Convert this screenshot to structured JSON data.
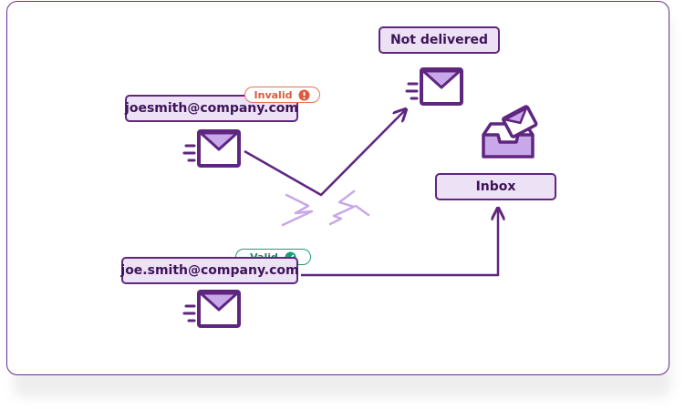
{
  "emails": {
    "invalid_address": "joesmith@company.com",
    "valid_address": "joe.smith@company.com"
  },
  "badges": {
    "invalid_label": "Invalid",
    "valid_label": "Valid"
  },
  "destinations": {
    "not_delivered": "Not delivered",
    "inbox": "Inbox"
  },
  "colors": {
    "primary": "#5f2680",
    "pill_fill": "#ece1f5",
    "accent_light": "#c8a8e8",
    "invalid": "#e0583f",
    "valid": "#1f9e74"
  },
  "icons": {
    "sending_mail": "envelope-with-speed-lines-icon",
    "inbox_tray": "inbox-tray-icon",
    "collision": "collision-burst-icon",
    "invalid_badge": "exclamation-circle-icon",
    "valid_badge": "check-circle-icon"
  }
}
